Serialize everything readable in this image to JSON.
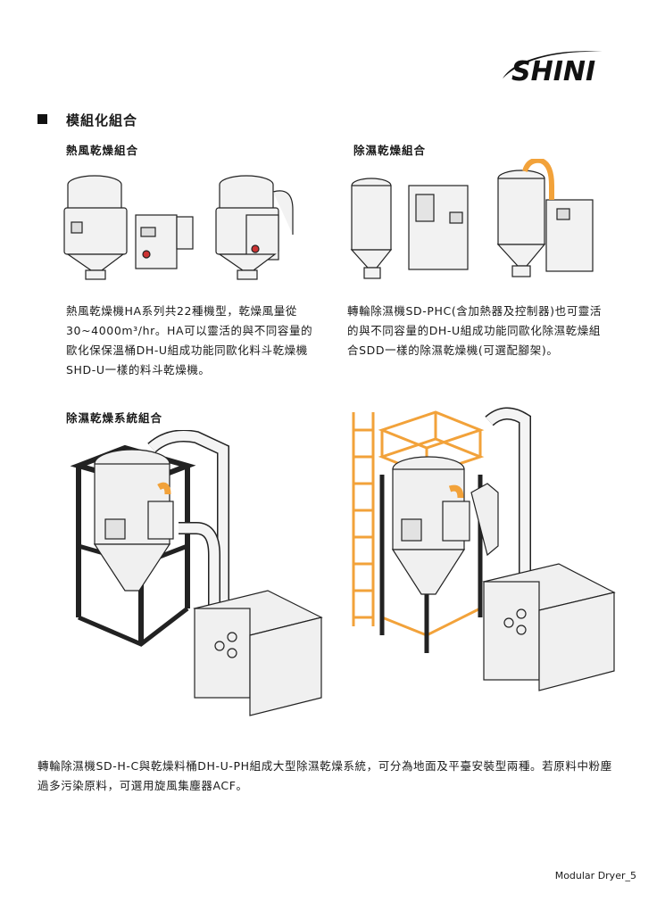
{
  "brand": {
    "logo_text": "SHINI"
  },
  "section": {
    "title": "模組化組合"
  },
  "blocks": {
    "hot_air": {
      "heading": "熱風乾燥組合",
      "paragraph": "熱風乾燥機HA系列共22種機型，乾燥風量從30~4000m³/hr。HA可以靈活的與不同容量的歐化保保溫桶DH-U組成功能同歐化料斗乾燥機SHD-U一樣的料斗乾燥機。"
    },
    "dehumid": {
      "heading": "除濕乾燥組合",
      "paragraph": "轉輪除濕機SD-PHC(含加熱器及控制器)也可靈活的與不同容量的DH-U組成功能同歐化除濕乾燥組合SDD一樣的除濕乾燥機(可選配腳架)。"
    },
    "system": {
      "heading": "除濕乾燥系統組合",
      "paragraph": "轉輪除濕機SD-H-C與乾燥料桶DH-U-PH組成大型除濕乾燥系統，可分為地面及平臺安裝型兩種。若原料中粉塵過多污染原料，可選用旋風集塵器ACF。"
    }
  },
  "footer": {
    "page_label": "Modular Dryer_5"
  },
  "colors": {
    "accent": "#f2a23a",
    "line": "#222222",
    "steel": "#efefef"
  }
}
